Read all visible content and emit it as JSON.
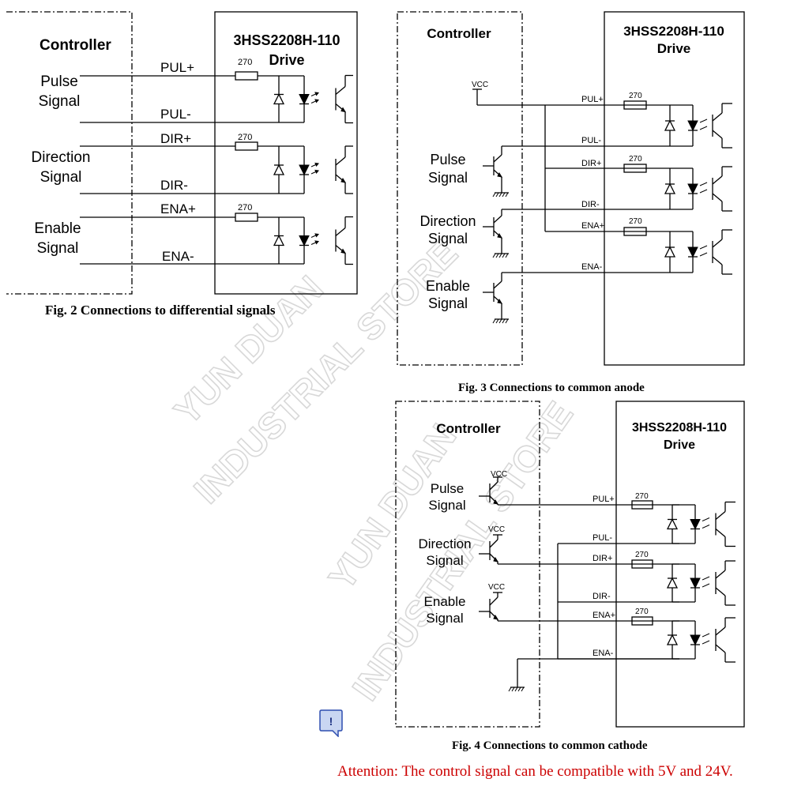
{
  "watermark": [
    "YUN DUAN",
    "INDUSTRIAL STORE"
  ],
  "colors": {
    "attention": "#cc0000",
    "badge_fill": "#c9d6f2",
    "badge_stroke": "#2f4fb0",
    "watermark": "#d8d8d8"
  },
  "fig2": {
    "controller_title": "Controller",
    "drive_title_line1": "3HSS2208H-110",
    "drive_title_line2": "Drive",
    "signals": [
      {
        "line1": "Pulse",
        "line2": "Signal"
      },
      {
        "line1": "Direction",
        "line2": "Signal"
      },
      {
        "line1": "Enable",
        "line2": "Signal"
      }
    ],
    "pins": [
      "PUL+",
      "PUL-",
      "DIR+",
      "DIR-",
      "ENA+",
      "ENA-"
    ],
    "resistor": "270",
    "caption": "Fig. 2 Connections to differential signals"
  },
  "fig3": {
    "controller_title": "Controller",
    "drive_title_line1": "3HSS2208H-110",
    "drive_title_line2": "Drive",
    "vcc": "VCC",
    "signals": [
      {
        "line1": "Pulse",
        "line2": "Signal"
      },
      {
        "line1": "Direction",
        "line2": "Signal"
      },
      {
        "line1": "Enable",
        "line2": "Signal"
      }
    ],
    "pins": [
      "PUL+",
      "PUL-",
      "DIR+",
      "DIR-",
      "ENA+",
      "ENA-"
    ],
    "resistor": "270",
    "caption": "Fig. 3 Connections to common anode"
  },
  "fig4": {
    "controller_title": "Controller",
    "drive_title_line1": "3HSS2208H-110",
    "drive_title_line2": "Drive",
    "vcc": "VCC",
    "signals": [
      {
        "line1": "Pulse",
        "line2": "Signal"
      },
      {
        "line1": "Direction",
        "line2": "Signal"
      },
      {
        "line1": "Enable",
        "line2": "Signal"
      }
    ],
    "pins": [
      "PUL+",
      "PUL-",
      "DIR+",
      "DIR-",
      "ENA+",
      "ENA-"
    ],
    "resistor": "270",
    "caption": "Fig. 4 Connections to common cathode"
  },
  "note_badge": {
    "icon": "exclamation-note-icon",
    "symbol": "!"
  },
  "attention": "Attention: The control signal can be compatible with 5V and 24V."
}
